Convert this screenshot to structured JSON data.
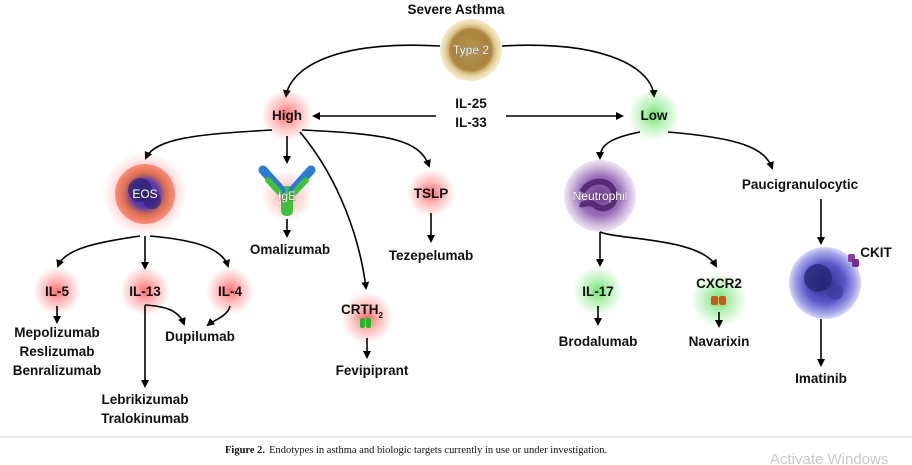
{
  "title": "Severe Asthma",
  "root_cell": "Type 2",
  "branches": {
    "high": "High",
    "low": "Low",
    "link_line1": "IL-25",
    "link_line2": "IL-33"
  },
  "high_targets": {
    "eos": "EOS",
    "ige": "IgE",
    "crth2": "CRTH",
    "crth2_sub": "2",
    "tslp": "TSLP",
    "il5": "IL-5",
    "il13": "IL-13",
    "il4": "IL-4"
  },
  "high_drugs": {
    "mepolizumab": "Mepolizumab",
    "reslizumab": "Reslizumab",
    "benralizumab": "Benralizumab",
    "dupilumab": "Dupilumab",
    "lebrikizumab": "Lebrikizumab",
    "tralokinumab": "Tralokinumab",
    "omalizumab": "Omalizumab",
    "fevipiprant": "Fevipiprant",
    "tezepelumab": "Tezepelumab"
  },
  "low_targets": {
    "neutrophil": "Neutrophil",
    "paucigranulocytic": "Paucigranulocytic",
    "il17": "IL-17",
    "cxcr2": "CXCR2",
    "ckit": "CKIT"
  },
  "low_drugs": {
    "brodalumab": "Brodalumab",
    "navarixin": "Navarixin",
    "imatinib": "Imatinib"
  },
  "caption": {
    "label": "Figure 2.",
    "text": "Endotypes in asthma and biologic targets currently in use or under investigation."
  },
  "watermark": "Activate Windows",
  "colors": {
    "high_glow": "#ff3b3b",
    "low_glow": "#3ddc3d",
    "arrow": "#000000"
  }
}
